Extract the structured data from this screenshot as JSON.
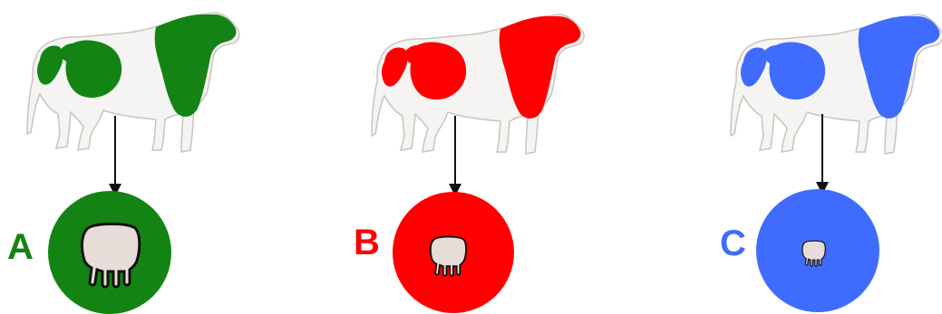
{
  "panels": [
    {
      "label": "A",
      "color": "#138413",
      "icon": "udder-icon",
      "udder_scale": 1.0
    },
    {
      "label": "B",
      "color": "#ff0000",
      "icon": "udder-icon",
      "udder_scale": 0.62
    },
    {
      "label": "C",
      "color": "#3f6cff",
      "icon": "udder-icon",
      "udder_scale": 0.4
    }
  ],
  "shared": {
    "cow_icon": "cow-icon",
    "arrow_icon": "arrow-down-icon",
    "cow_body_color": "#f5f4f2",
    "udder_color": "#e6dcd8",
    "outline_color": "#111111"
  }
}
